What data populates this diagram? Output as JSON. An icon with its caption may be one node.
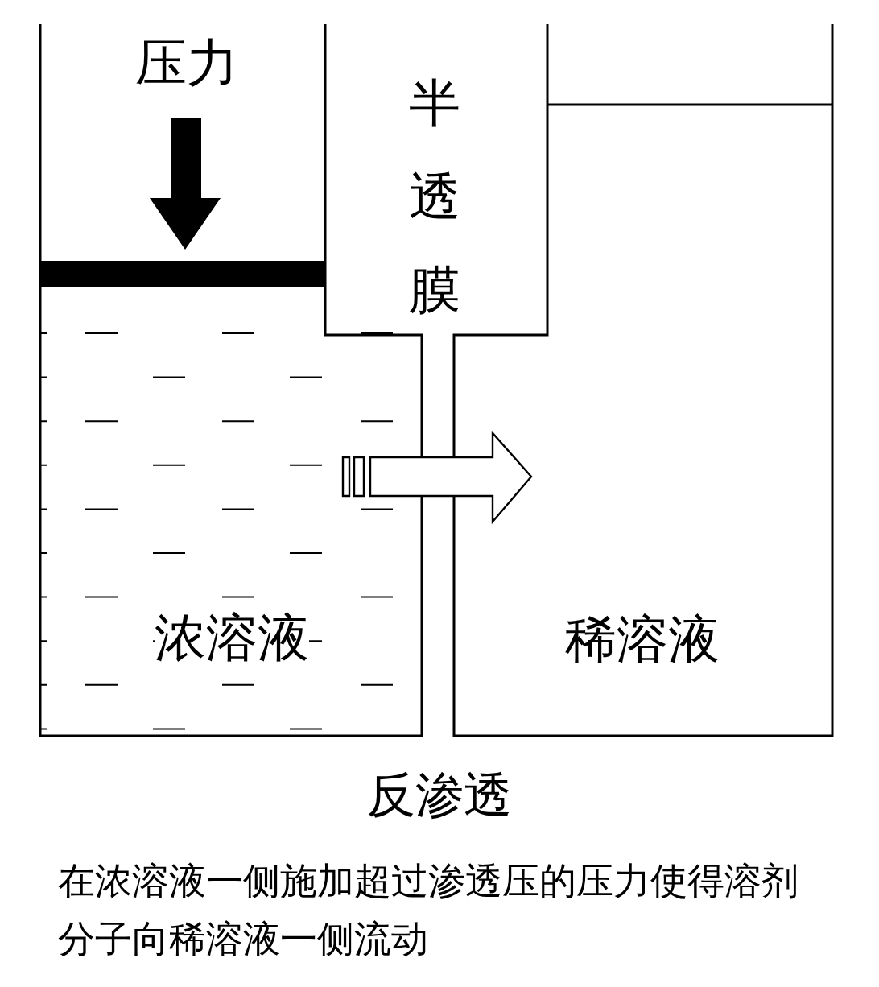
{
  "diagram": {
    "title": "反渗透",
    "caption": "在浓溶液一侧施加超过渗透压的压力使得溶剂分子向稀溶液一侧流动",
    "nodes": [
      {
        "text": [
          "浓溶液"
        ]
      },
      {
        "text": [
          "稀溶液"
        ]
      },
      {
        "text": [
          "半透膜"
        ]
      }
    ],
    "edges": [
      {
        "from": 0,
        "to": 1,
        "arrow": "to"
      }
    ],
    "labels": [
      "压力"
    ]
  }
}
